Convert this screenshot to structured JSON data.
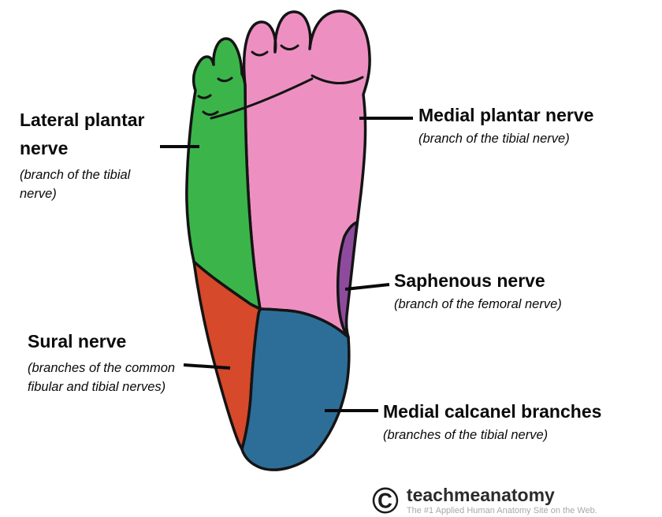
{
  "labels": {
    "lateral_plantar": {
      "line1": "Lateral plantar",
      "line2": "nerve",
      "sub1": "(branch of the tibial",
      "sub2": "nerve)"
    },
    "medial_plantar": {
      "line1": "Medial plantar nerve",
      "sub1": "(branch of the tibial nerve)"
    },
    "saphenous": {
      "line1": "Saphenous nerve",
      "sub1": "(branch of the femoral nerve)"
    },
    "sural": {
      "line1": "Sural nerve",
      "sub1": "(branches of the common",
      "sub2": "fibular and tibial nerves)"
    },
    "medial_calcaneal": {
      "line1": "Medial calcanel branches",
      "sub1": "(branches of the tibial nerve)"
    }
  },
  "regions": {
    "medial_plantar": {
      "color": "#ee8fc2"
    },
    "lateral_plantar": {
      "color": "#3bb54a"
    },
    "saphenous": {
      "color": "#8e4b9e"
    },
    "sural": {
      "color": "#d6492a"
    },
    "medial_calcaneal": {
      "color": "#2d6e98"
    }
  },
  "outline_color": "#141414",
  "logo": {
    "symbol": "©",
    "name": "teachmeanatomy",
    "tagline": "The #1 Applied Human Anatomy Site on the Web."
  }
}
